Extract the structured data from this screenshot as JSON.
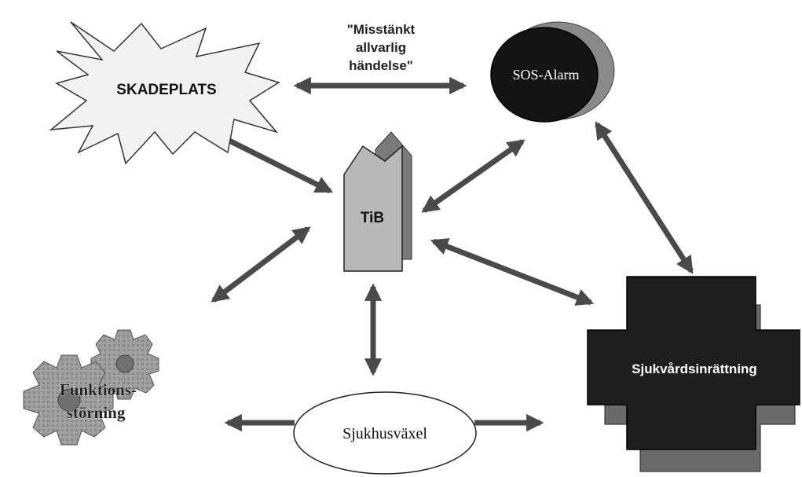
{
  "nodes": {
    "skadeplats": "SKADEPLATS",
    "sos_alarm": "SOS-Alarm",
    "tib": "TiB",
    "sjukvardsinrattning": "Sjukvårdsinrättning",
    "sjukhusvaxel": "Sjukhusväxel",
    "funktionsstorning_line1": "Funktions-",
    "funktionsstorning_line2": "störning"
  },
  "edge_label": {
    "line1": "\"Misstänkt",
    "line2": "allvarlig",
    "line3": "händelse\""
  },
  "colors": {
    "arrow": "#4a4a4a",
    "tib_front": "#b8b8b8",
    "tib_back": "#7a7a7a",
    "sos_disc": "#141414",
    "sos_shadow": "#8a8a8a",
    "cross": "#1e1e1e",
    "cross_shadow": "#6a6a6a",
    "gear": "#9a9a9a"
  }
}
